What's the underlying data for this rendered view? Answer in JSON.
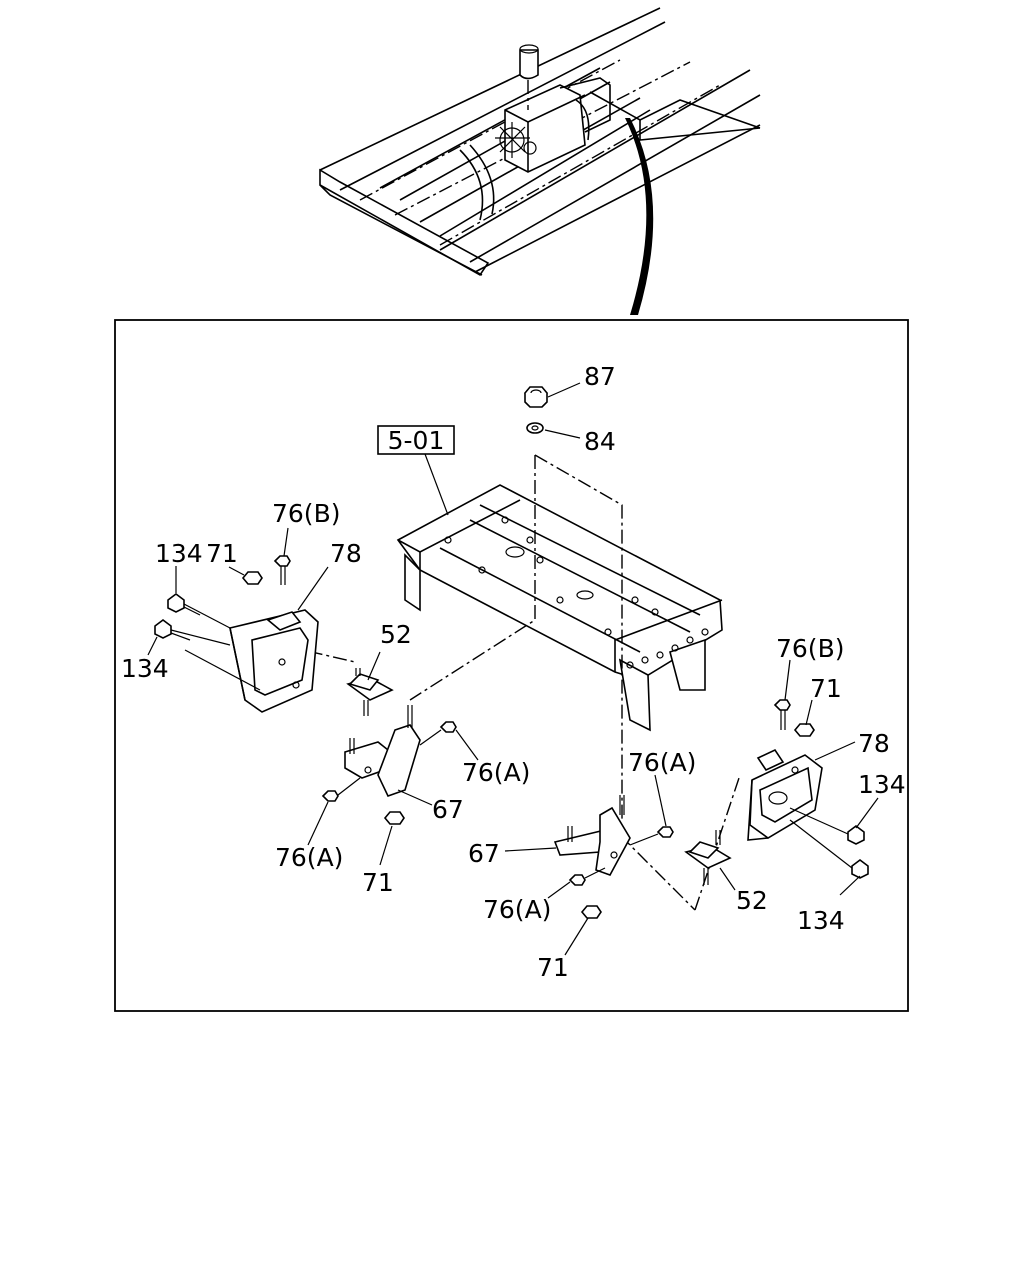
{
  "figure_ref": "5-01",
  "callouts": {
    "c87": "87",
    "c84": "84",
    "l76b": "76(B)",
    "l71_a": "71",
    "l78_a": "78",
    "l134_a": "134",
    "l134_b": "134",
    "l52_a": "52",
    "l76a_a": "76(A)",
    "l67_a": "67",
    "l76a_b": "76(A)",
    "l71_b": "71",
    "r76b": "76(B)",
    "r71_a": "71",
    "r78": "78",
    "r134_a": "134",
    "r76a_a": "76(A)",
    "r67": "67",
    "r52": "52",
    "r134_b": "134",
    "r76a_b": "76(A)",
    "r71_b": "71"
  }
}
